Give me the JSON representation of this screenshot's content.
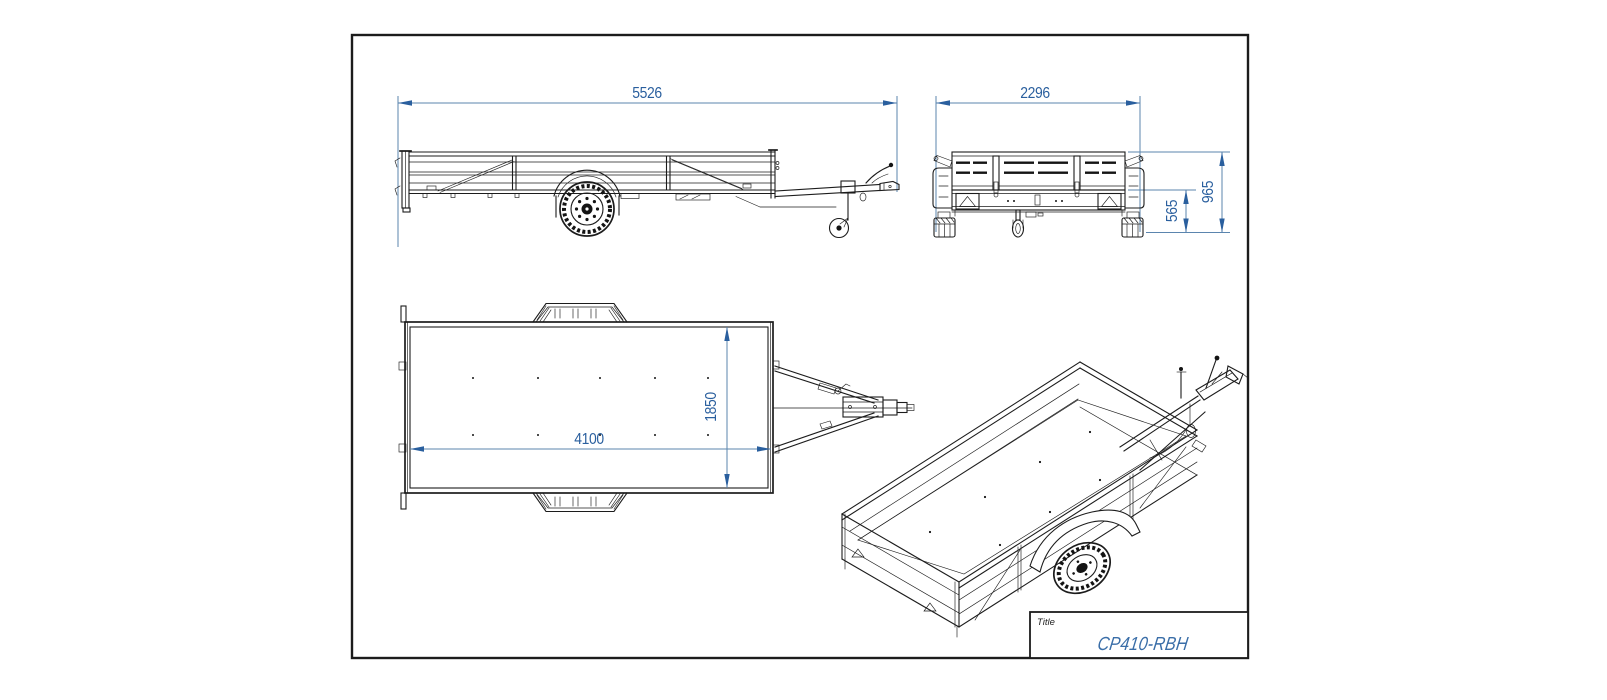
{
  "drawing": {
    "dimensions": {
      "side_view_overall_length": "5526",
      "rear_view_overall_width": "2296",
      "rear_view_frame_height": "565",
      "rear_view_overall_height": "965",
      "top_view_bed_length": "4100",
      "top_view_bed_width": "1850"
    },
    "title_block": {
      "label": "Title",
      "value": "CP410-RBH"
    },
    "colors": {
      "dimension_text_blue": "#2a5f9e",
      "dimension_line_blue": "#5b85ae",
      "drawing_line_black": "#1c1c1c",
      "background": "#ffffff"
    }
  }
}
